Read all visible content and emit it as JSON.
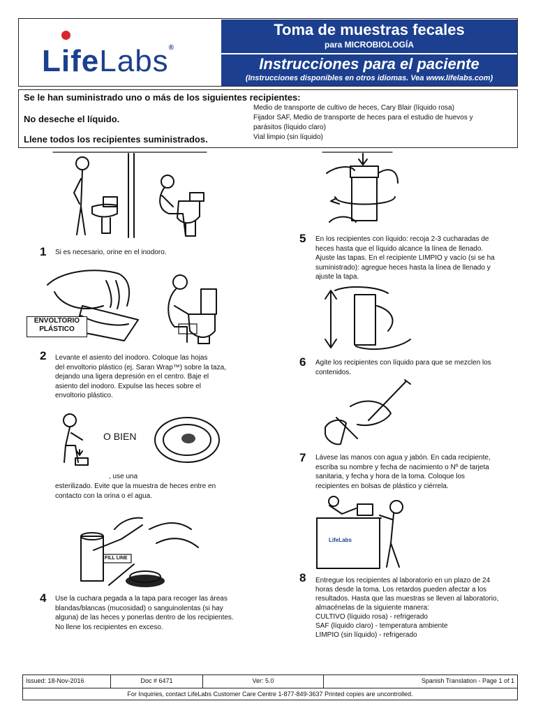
{
  "brand": {
    "logo_text_left": "L",
    "logo_text_ife": "ife",
    "logo_text_labs": "Labs",
    "logo_registered": "®",
    "brand_color": "#1c3f8f",
    "logo_red": "#d9252b"
  },
  "header": {
    "title": "Toma de muestras fecales",
    "subtitle": "para MICROBIOLOGÍA",
    "instructions_title": "Instrucciones para el paciente",
    "languages_note": "(Instrucciones disponibles en otros idiomas. Vea www.lifelabs.com)"
  },
  "info": {
    "supplied": "Se le han suministrado uno o más de los siguientes recipientes:",
    "no_discard": "No deseche el líquido.",
    "fill_all": "Llene todos los recipientes suministrados.",
    "containers": [
      "Medio de transporte de cultivo de heces, Cary Blair (líquido rosa)",
      "Fijador SAF, Medio de transporte de heces para el estudio de huevos y",
      "parásitos (líquido claro)",
      "Vial limpio (sin líquido)"
    ]
  },
  "steps": {
    "s1": {
      "num": "1",
      "text": "Si es necesario, orine en el inodoro."
    },
    "s2": {
      "num": "2",
      "lines": [
        "Levante el asiento del inodoro. Coloque las hojas",
        "del envoltorio plástico (ej. Saran Wrap™) sobre la taza,",
        "dejando una ligera depresión en el centro. Baje el",
        "asiento del inodoro. Expulse las heces sobre el",
        "envoltorio plástico."
      ],
      "wrap_label_1": "ENVOLTORIO",
      "wrap_label_2": "PLÁSTICO"
    },
    "s3": {
      "or": "O BIEN",
      "lines": [
        ", use una",
        "esterilizado. Evite que la muestra de heces entre en",
        "contacto con la orina o el agua."
      ]
    },
    "s4": {
      "num": "4",
      "lines": [
        "Use la cuchara pegada a la tapa para recoger las áreas",
        "blandas/blancas (mucosidad) o sanguinolentas (si hay",
        "alguna) de las heces y ponerlas dentro de los recipientes.",
        "No llene los recipientes en exceso."
      ],
      "fill_line": "FILL LINE"
    },
    "s5": {
      "num": "5",
      "lines": [
        "En los recipientes con líquido: recoja 2-3 cucharadas de",
        "heces hasta que el líquido alcance la línea de llenado.",
        "Ajuste las tapas. En el recipiente LIMPIO y vacío (si se ha",
        "suministrado): agregue heces hasta la línea de llenado y",
        "ajuste la tapa."
      ]
    },
    "s6": {
      "num": "6",
      "lines": [
        "Agite los recipientes con líquido para que se mezclen los",
        "contenidos."
      ]
    },
    "s7": {
      "num": "7",
      "lines": [
        "Lávese las manos con agua y jabón. En cada recipiente,",
        "escriba su nombre y fecha de nacimiento o Nº de tarjeta",
        "sanitaria, y fecha y hora de la toma. Coloque los",
        "recipientes en bolsas de plástico y ciérrela."
      ],
      "mini_logo": "LifeLabs"
    },
    "s8": {
      "num": "8",
      "lines": [
        "Entregue los recipientes al laboratorio en un plazo de 24",
        "horas desde la toma. Los retardos pueden afectar a los",
        "resultados. Hasta que las muestras se lleven al laboratorio,",
        "almacénelas de la siguiente manera:",
        "CULTIVO (líquido rosa) - refrigerado",
        "SAF (líquido claro) - temperatura ambiente",
        "LIMPIO (sin líquido) - refrigerado"
      ]
    }
  },
  "footer": {
    "issued": "Issued: 18-Nov-2016",
    "doc": "Doc # 6471",
    "ver": "Ver: 5.0",
    "translation": "Spanish Translation  - Page 1 of 1",
    "contact": "For Inquiries, contact LifeLabs Customer Care Centre  1-877-849-3637  Printed copies are uncontrolled."
  }
}
